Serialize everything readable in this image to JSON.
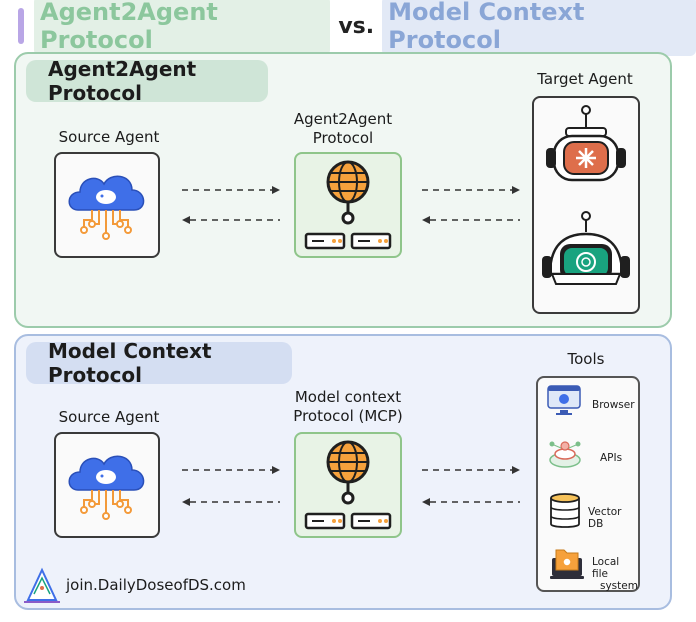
{
  "title": {
    "left": "Agent2Agent Protocol",
    "vs": "vs.",
    "right": "Model Context Protocol"
  },
  "a2a": {
    "label": "Agent2Agent Protocol",
    "source_caption": "Source Agent",
    "protocol_caption_line1": "Agent2Agent",
    "protocol_caption_line2": "Protocol",
    "target_caption": "Target Agent",
    "target_agents": [
      "claude-robot-icon",
      "openai-robot-icon"
    ]
  },
  "mcp": {
    "label": "Model Context Protocol",
    "source_caption": "Source Agent",
    "protocol_caption_line1": "Model context",
    "protocol_caption_line2": "Protocol (MCP)",
    "tools_caption": "Tools",
    "tools": [
      {
        "label": "Browser",
        "icon": "browser-icon"
      },
      {
        "label": "APIs",
        "icon": "api-icon"
      },
      {
        "label": "Vector DB",
        "icon": "database-icon"
      },
      {
        "label_line1": "Local file",
        "label_line2": "system",
        "icon": "folder-icon"
      }
    ]
  },
  "footer": {
    "text": "join.DailyDoseofDS.com"
  },
  "colors": {
    "a2a_accent": "#9ccbab",
    "mcp_accent": "#a8bde0",
    "cloud_blue": "#3f6fe8",
    "globe_orange": "#f6a13c"
  }
}
